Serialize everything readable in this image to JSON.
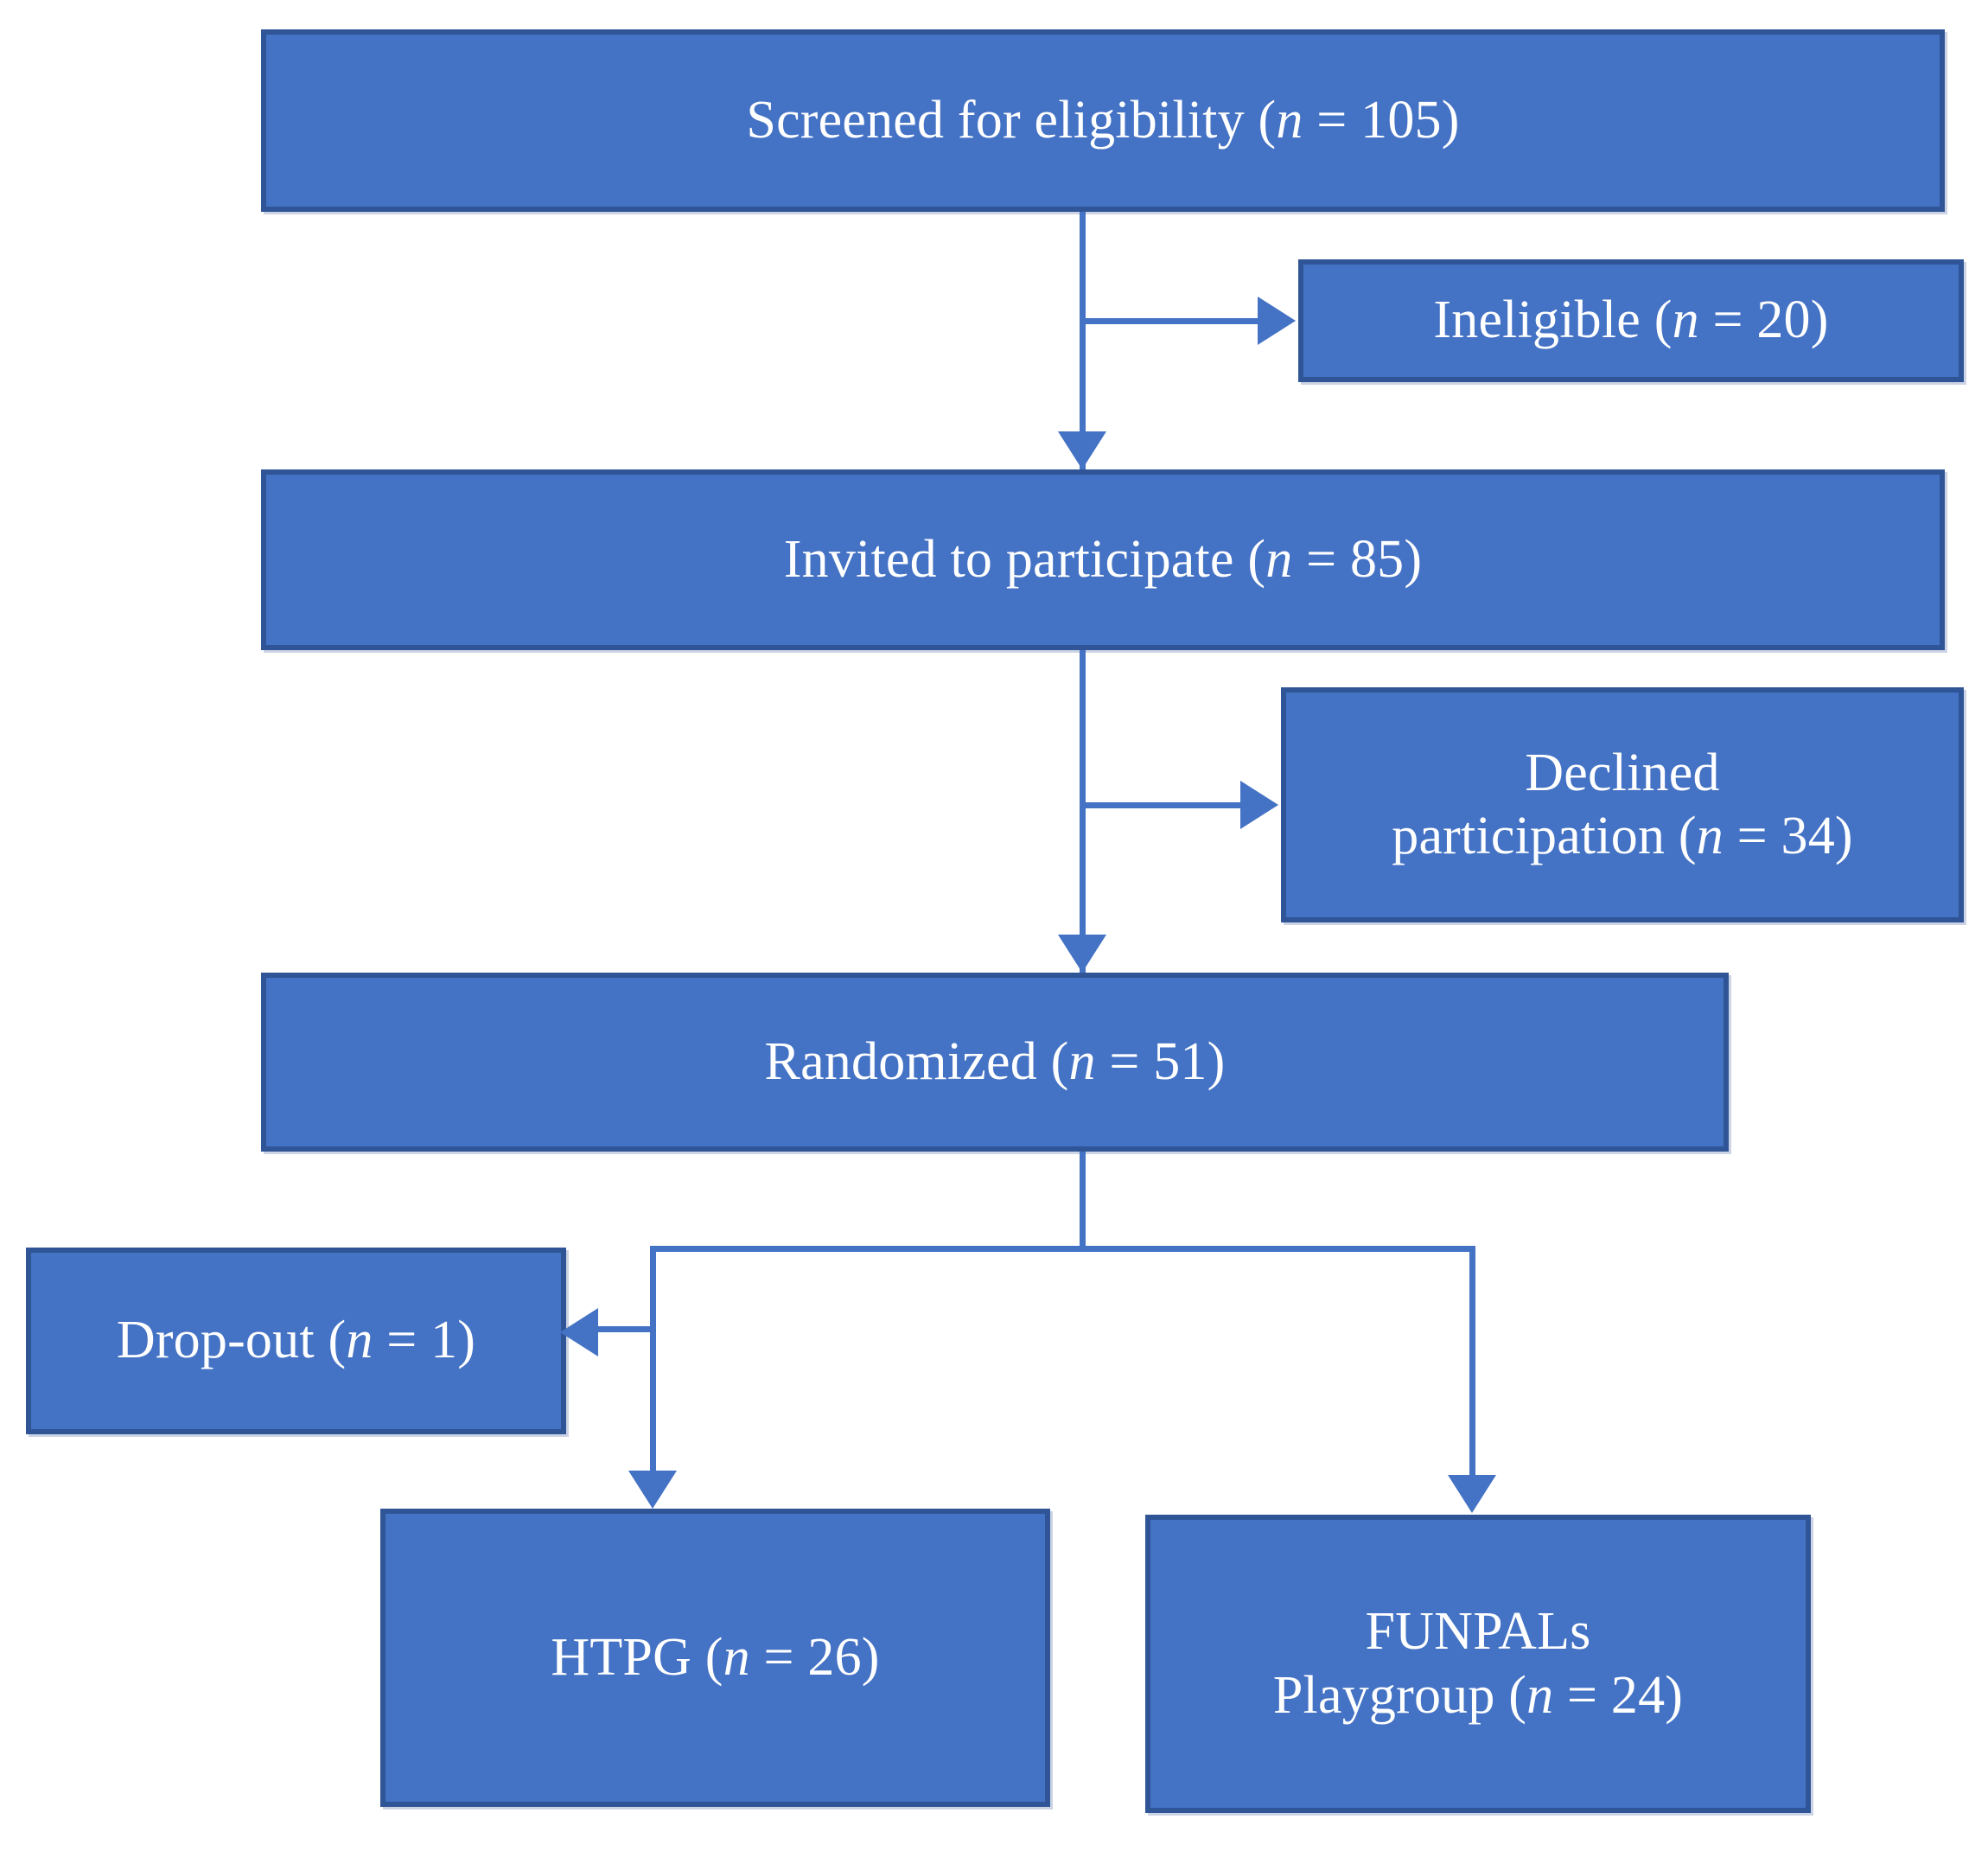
{
  "diagram": {
    "type": "flowchart",
    "title": "CONSORT participant flow diagram",
    "colors": {
      "box_fill": "#4472C4",
      "box_border": "#2F5597",
      "connector": "#4472C4",
      "text": "#FFFFFF",
      "background": "#FFFFFF"
    },
    "nodes": [
      {
        "id": "screened",
        "label": "Screened for eligibility (n = 105)",
        "lines": [
          {
            "pre": "Screened for eligibility (",
            "italic": "n",
            "post": " = 105)"
          }
        ],
        "n": 105
      },
      {
        "id": "ineligible",
        "label": "Ineligible (n = 20)",
        "lines": [
          {
            "pre": "Ineligible (",
            "italic": "n",
            "post": " = 20)"
          }
        ],
        "n": 20
      },
      {
        "id": "invited",
        "label": "Invited to participate (n = 85)",
        "lines": [
          {
            "pre": "Invited to participate (",
            "italic": "n",
            "post": " = 85)"
          }
        ],
        "n": 85
      },
      {
        "id": "declined",
        "label": "Declined participation (n = 34)",
        "lines": [
          {
            "pre": "Declined",
            "italic": "",
            "post": ""
          },
          {
            "pre": "participation (",
            "italic": "n",
            "post": " = 34)"
          }
        ],
        "n": 34
      },
      {
        "id": "randomized",
        "label": "Randomized (n = 51)",
        "lines": [
          {
            "pre": "Randomized (",
            "italic": "n",
            "post": " = 51)"
          }
        ],
        "n": 51
      },
      {
        "id": "dropout",
        "label": "Drop-out (n = 1)",
        "lines": [
          {
            "pre": "Drop-out (",
            "italic": "n",
            "post": " = 1)"
          }
        ],
        "n": 1
      },
      {
        "id": "htpg",
        "label": "HTPG (n = 26)",
        "lines": [
          {
            "pre": "HTPG (",
            "italic": "n",
            "post": " = 26)"
          }
        ],
        "n": 26
      },
      {
        "id": "funpals",
        "label": "FUNPALs Playgroup (n = 24)",
        "lines": [
          {
            "pre": "FUNPALs",
            "italic": "",
            "post": ""
          },
          {
            "pre": "Playgroup (",
            "italic": "n",
            "post": " = 24)"
          }
        ],
        "n": 24
      }
    ],
    "edges": [
      {
        "from": "screened",
        "to": "invited",
        "kind": "down"
      },
      {
        "from": "screened",
        "to": "ineligible",
        "kind": "right"
      },
      {
        "from": "invited",
        "to": "randomized",
        "kind": "down"
      },
      {
        "from": "invited",
        "to": "declined",
        "kind": "right"
      },
      {
        "from": "randomized",
        "to": "htpg",
        "kind": "split-down-left"
      },
      {
        "from": "randomized",
        "to": "funpals",
        "kind": "split-down-right"
      },
      {
        "from": "randomized",
        "to": "dropout",
        "kind": "left"
      }
    ]
  }
}
